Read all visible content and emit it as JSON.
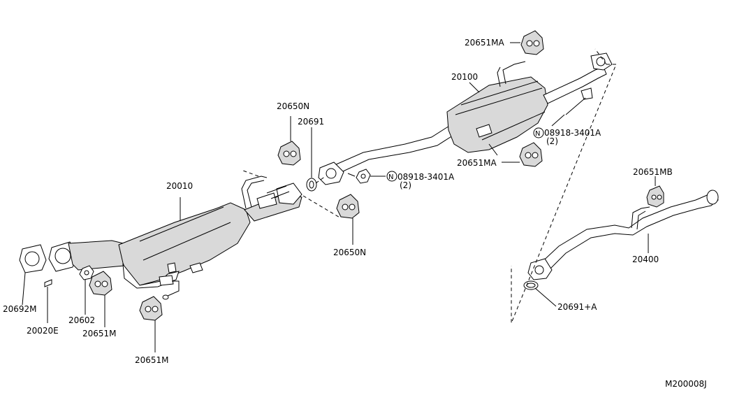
{
  "labels": {
    "p20651MA_top": "20651MA",
    "p20100": "20100",
    "p08918_right": "08918-3401A",
    "p08918_right_qty": "(2)",
    "p20651MA_mid": "20651MA",
    "p20650N_top": "20650N",
    "p20691": "20691",
    "p08918_mid": "08918-3401A",
    "p08918_mid_qty": "(2)",
    "p20010": "20010",
    "p20650N_bot": "20650N",
    "p20651MB": "20651MB",
    "p20400": "20400",
    "p20691A": "20691+A",
    "p20692M": "20692M",
    "p20020E": "20020E",
    "p20602": "20602",
    "p20651M_a": "20651M",
    "p20651M_b": "20651M",
    "n_symbol": "N",
    "diagram_code": "M200008J"
  }
}
